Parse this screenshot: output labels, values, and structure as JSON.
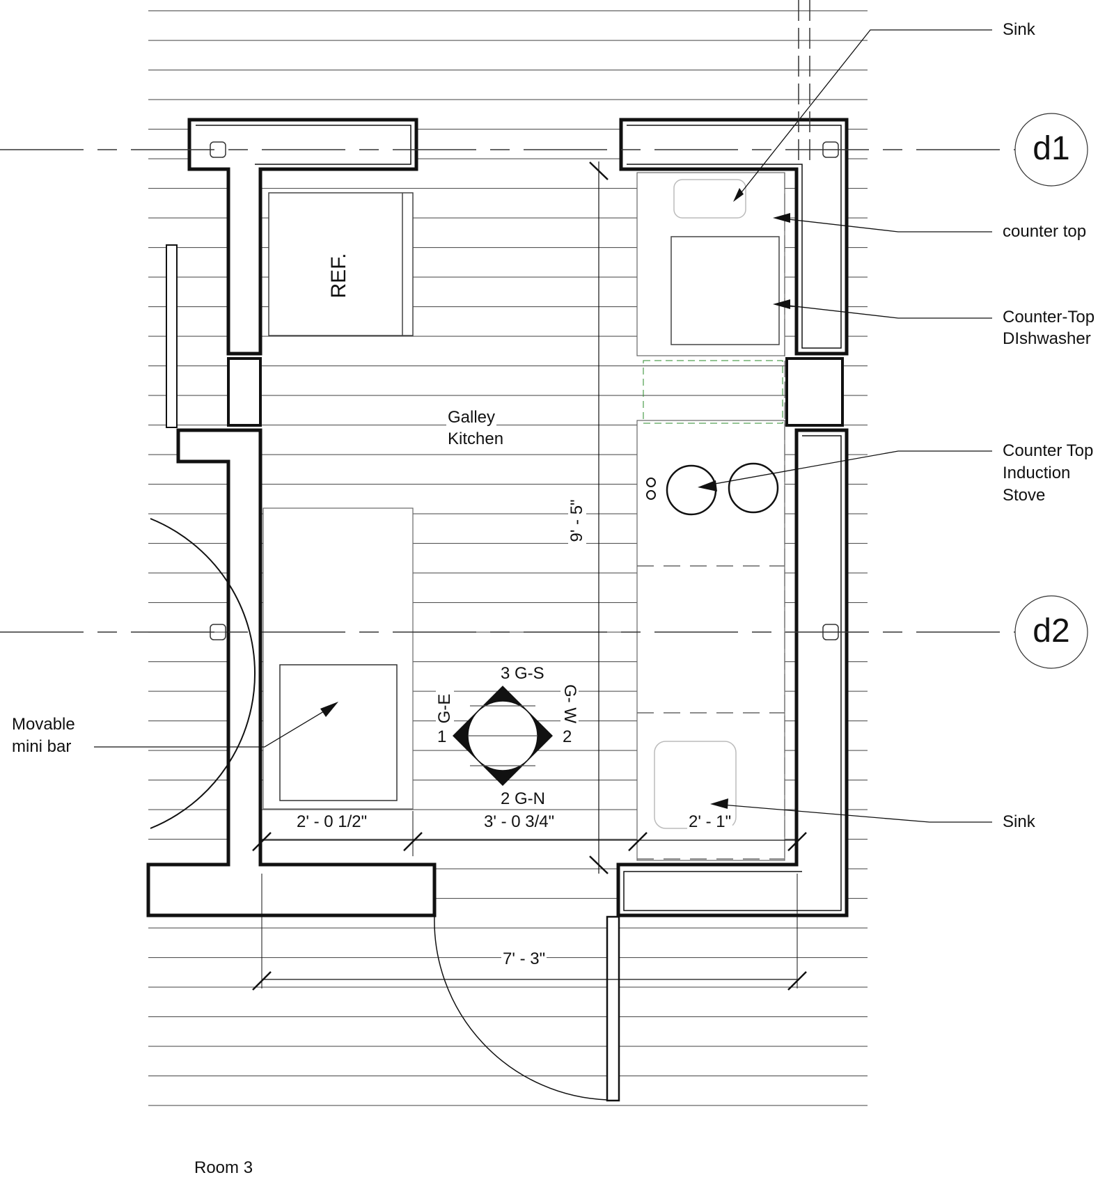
{
  "drawing": {
    "title": "Room 3",
    "room_name_line1": "Galley",
    "room_name_line2": "Kitchen",
    "appliance_label_ref": "REF."
  },
  "grid_tags": [
    {
      "id": "d1",
      "label": "d1"
    },
    {
      "id": "d2",
      "label": "d2"
    }
  ],
  "callouts": {
    "sink_top": "Sink",
    "counter_top": "counter top",
    "dishwasher_line1": "Counter-Top",
    "dishwasher_line2": "DIshwasher",
    "stove_line1": "Counter Top",
    "stove_line2": "Induction",
    "stove_line3": "Stove",
    "sink_bottom": "Sink",
    "minibar_line1": "Movable",
    "minibar_line2": "mini bar"
  },
  "dimensions": {
    "left_width": "2' - 0 1/2\"",
    "middle_width": "3' - 0 3/4\"",
    "right_width": "2' - 1\"",
    "overall_width": "7' - 3\"",
    "overall_length": "9' - 5\""
  },
  "elevation_marker": {
    "top": "3 G-S",
    "bottom": "2 G-N",
    "left_num": "1",
    "left_text": "G-E",
    "right_num": "2",
    "right_text": "G- W"
  },
  "colors": {
    "line": "#111111",
    "hatch": "#555555",
    "light": "#bbbbbb",
    "green_dash": "#2a8a2a"
  }
}
